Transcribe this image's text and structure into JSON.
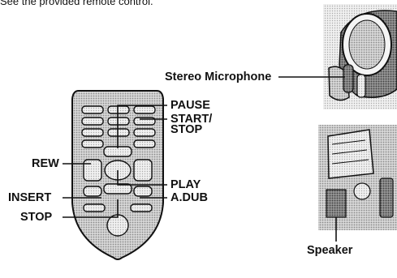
{
  "top_text": "See the provided remote control.",
  "remote_labels": {
    "pause": "PAUSE",
    "start_stop_line1": "START/",
    "start_stop_line2": "STOP",
    "rew": "REW",
    "play": "PLAY",
    "insert": "INSERT",
    "adub": "A.DUB",
    "stop": "STOP"
  },
  "camera_labels": {
    "microphone": "Stereo Microphone",
    "speaker": "Speaker"
  }
}
